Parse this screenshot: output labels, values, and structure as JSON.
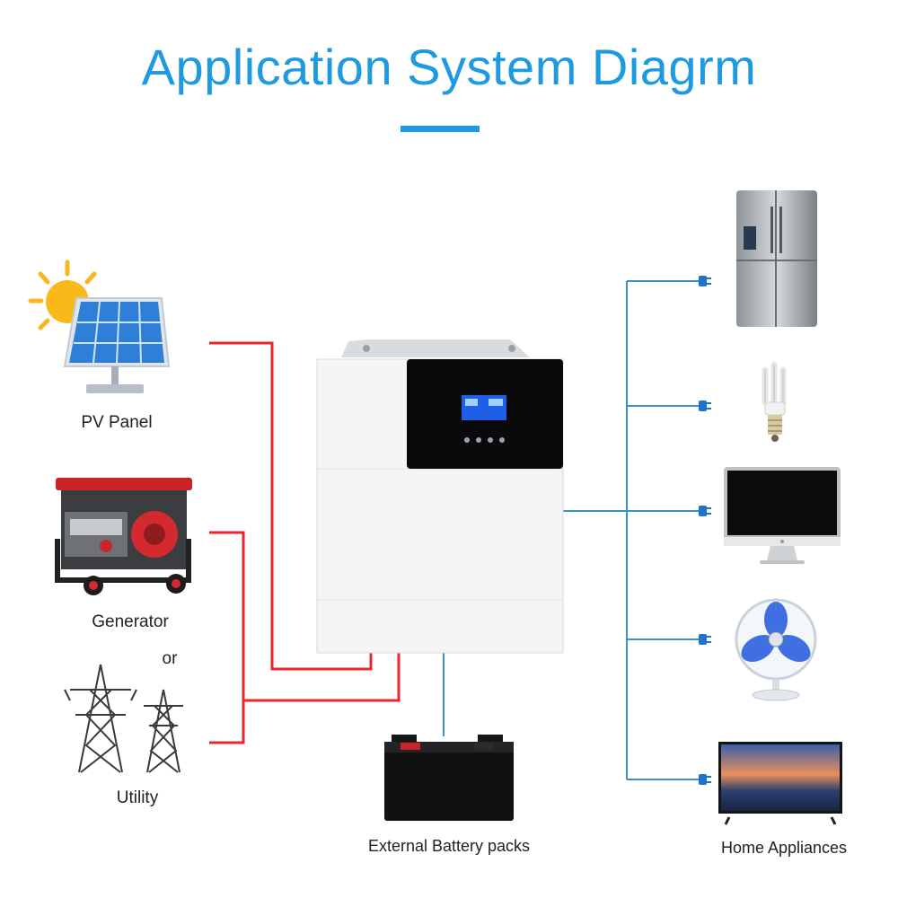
{
  "title": "Application System Diagrm",
  "sources": {
    "pv_panel": "PV Panel",
    "generator": "Generator",
    "or": "or",
    "utility": "Utility"
  },
  "battery": "External Battery packs",
  "loads": "Home Appliances",
  "colors": {
    "accent": "#1e9be0",
    "input_wire": "#e8262b",
    "output_wire": "#3a92c4"
  },
  "icons": [
    "sun-icon",
    "solar-panel-icon",
    "generator-icon",
    "pylon-icon",
    "inverter-icon",
    "battery-icon",
    "refrigerator-icon",
    "bulb-icon",
    "monitor-icon",
    "fan-icon",
    "tv-icon",
    "plug-icon"
  ]
}
